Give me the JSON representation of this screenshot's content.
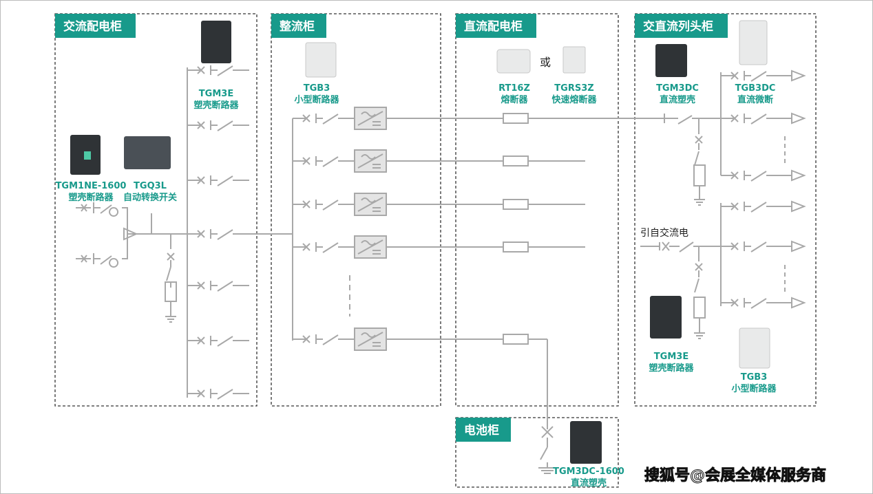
{
  "panels": {
    "ac": "交流配电柜",
    "rectifier": "整流柜",
    "dc": "直流配电柜",
    "head": "交直流列头柜",
    "battery": "电池柜"
  },
  "devices": {
    "tgm3e_top": {
      "model": "TGM3E",
      "desc": "塑壳断路器"
    },
    "tgm1ne": {
      "model": "TGM1NE-1600",
      "desc": "塑壳断路器"
    },
    "tgq3l": {
      "model": "TGQ3L",
      "desc": "自动转换开关"
    },
    "tgb3_rect": {
      "model": "TGB3",
      "desc": "小型断路器"
    },
    "rt16z": {
      "model": "RT16Z",
      "desc": "熔断器"
    },
    "or": "或",
    "tgrs3z": {
      "model": "TGRS3Z",
      "desc": "快速熔断器"
    },
    "tgm3dc": {
      "model": "TGM3DC",
      "desc": "直流塑壳"
    },
    "tgb3dc": {
      "model": "TGB3DC",
      "desc": "直流微断"
    },
    "tgm3e_head": {
      "model": "TGM3E",
      "desc": "塑壳断路器"
    },
    "tgb3_head": {
      "model": "TGB3",
      "desc": "小型断路器"
    },
    "tgm3dc1600": {
      "model": "TGM3DC-1600",
      "desc": "直流塑壳"
    }
  },
  "ac_input_note": "引自交流电",
  "watermark": "搜狐号@会展全媒体服务商",
  "colors": {
    "accent": "#189a8b",
    "line": "#a8a8a8"
  }
}
